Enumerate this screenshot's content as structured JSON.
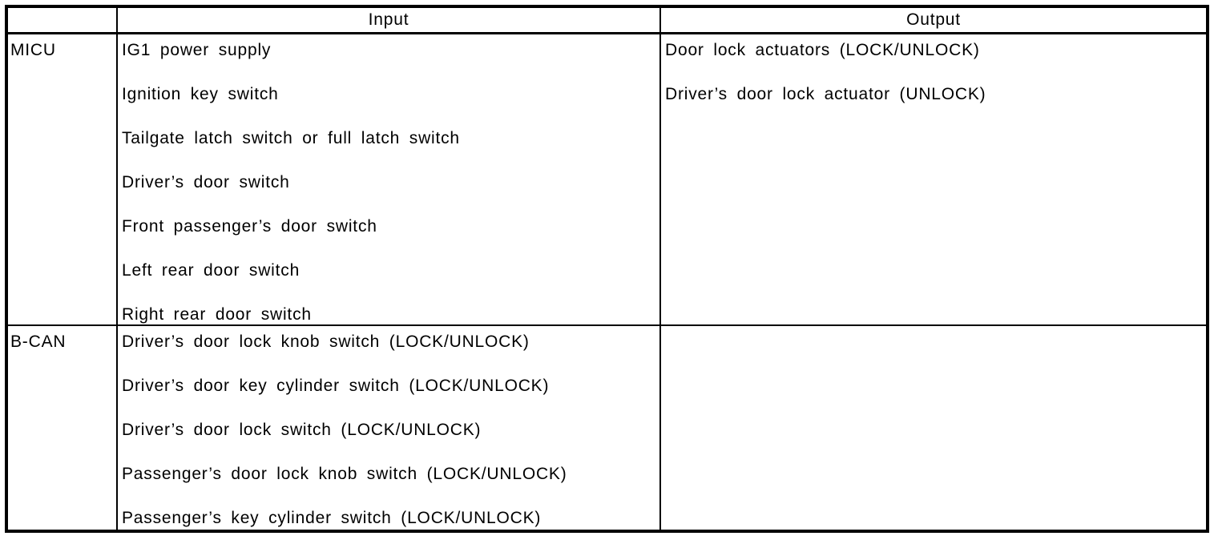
{
  "page": {
    "background": "#ffffff"
  },
  "table": {
    "border_color": "#000000",
    "text_color": "#000000",
    "header": {
      "spacer": "",
      "input": "Input",
      "output": "Output"
    },
    "rows": [
      {
        "label": "MICU",
        "inputs": [
          "IG1 power supply",
          "Ignition key switch",
          "Tailgate latch switch or full latch switch",
          "Driver’s door switch",
          "Front passenger’s door switch",
          "Left rear door switch",
          "Right rear door switch"
        ],
        "outputs": [
          "Door lock actuators (LOCK/UNLOCK)",
          "Driver’s door lock actuator (UNLOCK)"
        ]
      },
      {
        "label": "B-CAN",
        "inputs": [
          "Driver’s door lock knob switch (LOCK/UNLOCK)",
          "Driver’s door key cylinder switch (LOCK/UNLOCK)",
          "Driver’s door lock switch (LOCK/UNLOCK)",
          "Passenger’s door lock knob switch (LOCK/UNLOCK)",
          "Passenger’s key cylinder switch (LOCK/UNLOCK)"
        ],
        "outputs": []
      }
    ]
  }
}
